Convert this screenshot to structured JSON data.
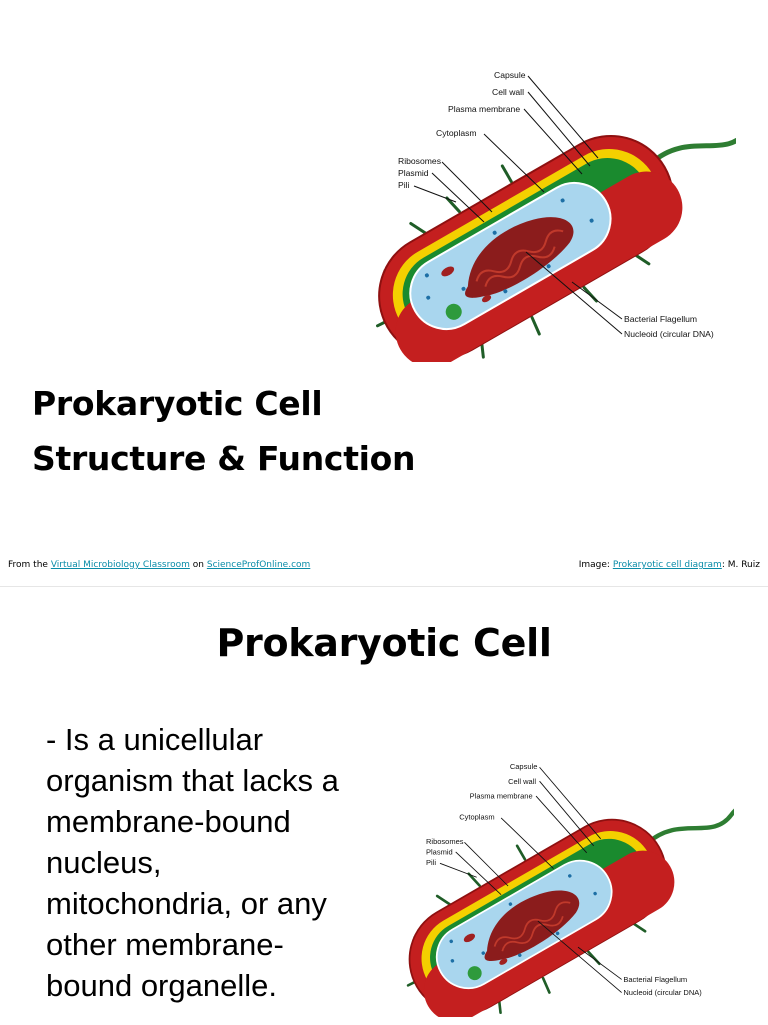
{
  "slide1": {
    "title_line1": "Prokaryotic Cell",
    "title_line2": "Structure & Function",
    "credit_left": {
      "prefix": "From the",
      "link1": "Virtual Microbiology Classroom",
      "middle": "on",
      "link2": "ScienceProfOnline.com"
    },
    "credit_right": {
      "prefix": "Image:",
      "link": "Prokaryotic cell diagram",
      "suffix": ": M. Ruiz"
    }
  },
  "slide2": {
    "title": "Prokaryotic Cell",
    "body_lines": [
      "- Is a unicellular",
      "organism that lacks a",
      "membrane-bound",
      "nucleus,",
      "mitochondria, or any",
      "other membrane-",
      "bound organelle."
    ]
  },
  "diagram_labels": {
    "capsule": "Capsule",
    "cell_wall": "Cell wall",
    "plasma_membrane": "Plasma membrane",
    "cytoplasm": "Cytoplasm",
    "ribosomes": "Ribosomes",
    "plasmid": "Plasmid",
    "pili": "Pili",
    "flagellum": "Bacterial Flagellum",
    "nucleoid": "Nucleoid (circular DNA)"
  },
  "colors": {
    "capsule": "#c41f1f",
    "cell_wall": "#f4d000",
    "plasma_membrane": "#1a8a2e",
    "cytoplasm": "#a9d6ee",
    "nucleoid": "#8b1c1c",
    "link": "#0a8ca8"
  }
}
